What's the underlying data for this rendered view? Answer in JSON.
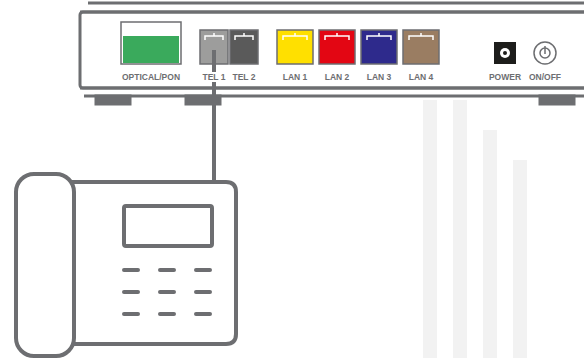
{
  "diagram": {
    "labels": [
      "OPTICAL/PON",
      "TEL 1",
      "TEL 2",
      "LAN 1",
      "LAN 2",
      "LAN 3",
      "LAN 4",
      "POWER",
      "ON/OFF"
    ]
  }
}
